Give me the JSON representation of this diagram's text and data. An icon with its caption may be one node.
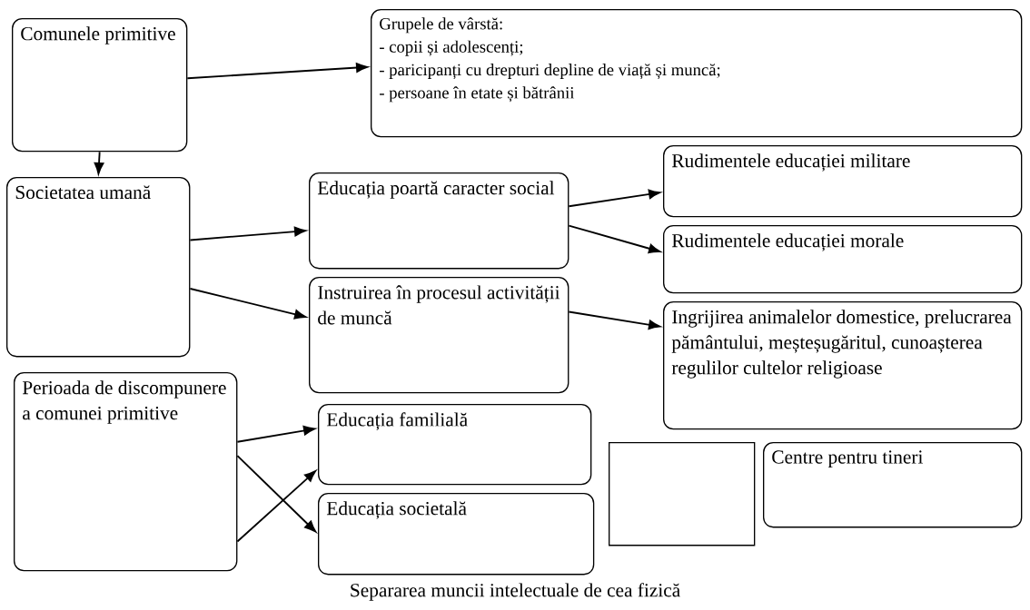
{
  "diagram": {
    "caption": "Separarea muncii intelectuale de cea fizică",
    "nodes": [
      {
        "text": [
          "Comunele primitive"
        ]
      },
      {
        "text": [
          "Grupele de vârstă:",
          "- copii și adolescenți;",
          "- paricipanți cu drepturi depline de viață și muncă;",
          "- persoane în etate și bătrânii"
        ]
      },
      {
        "text": [
          "Societatea umană"
        ]
      },
      {
        "text": [
          "Educația poartă caracter social"
        ]
      },
      {
        "text": [
          "Instruirea în procesul activității de muncă"
        ]
      },
      {
        "text": [
          "Rudimentele educației militare"
        ]
      },
      {
        "text": [
          "Rudimentele educației morale"
        ]
      },
      {
        "text": [
          "Ingrijirea animalelor domestice, prelucrarea pământului, meșteșugăritul, cunoașterea regulilor cultelor religioase"
        ]
      },
      {
        "text": [
          "Perioada de discompunere a comunei primitive"
        ]
      },
      {
        "text": [
          "Educația familială"
        ]
      },
      {
        "text": [
          "Educația societală"
        ]
      },
      {
        "text": [],
        "shape": "box"
      },
      {
        "text": [
          "Centre pentru tineri"
        ]
      }
    ],
    "edges": [
      {
        "from": 0,
        "to": 1,
        "arrow": "to"
      },
      {
        "from": 0,
        "to": 2,
        "arrow": "to"
      },
      {
        "from": 2,
        "to": 3,
        "arrow": "to"
      },
      {
        "from": 2,
        "to": 4,
        "arrow": "to"
      },
      {
        "from": 3,
        "to": 5,
        "arrow": "to"
      },
      {
        "from": 3,
        "to": 6,
        "arrow": "to"
      },
      {
        "from": 4,
        "to": 7,
        "arrow": "to"
      },
      {
        "from": 8,
        "to": 9,
        "arrow": "to"
      },
      {
        "from": 8,
        "to": 10,
        "arrow": "to"
      },
      {
        "from": 8,
        "to": 9,
        "arrow": "to"
      }
    ]
  }
}
